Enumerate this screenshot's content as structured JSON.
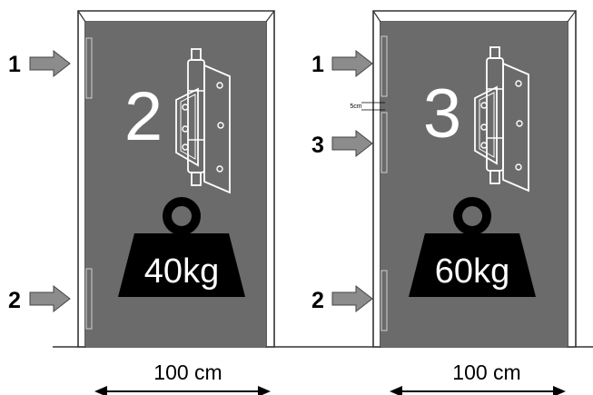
{
  "doors": [
    {
      "hinge_count": "2",
      "weight": "40kg",
      "width": "100 cm",
      "hinge_labels": [
        "1",
        "2"
      ]
    },
    {
      "hinge_count": "3",
      "weight": "60kg",
      "width": "100 cm",
      "hinge_labels": [
        "1",
        "3",
        "2"
      ],
      "gap_label": "5cm"
    }
  ],
  "colors": {
    "door_panel": "#6b6b6b",
    "frame": "#ffffff",
    "arrow_fill": "#8c8c8c",
    "weight_fill": "#000000"
  },
  "icons": [
    "hinge-icon",
    "weight-icon",
    "arrow-right-icon",
    "double-arrow-icon"
  ]
}
